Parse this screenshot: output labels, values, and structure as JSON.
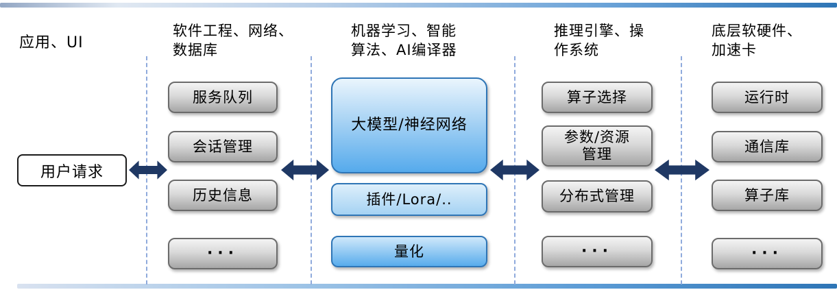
{
  "labels": {
    "left": "应用、UI"
  },
  "user_request": {
    "label": "用户请求"
  },
  "columns": [
    {
      "header": "软件工程、网络、\n数据库",
      "boxes": [
        "服务队列",
        "会话管理",
        "历史信息",
        "···"
      ]
    },
    {
      "header": "机器学习、智能\n算法、AI编译器",
      "boxes": [
        "大模型/神经网络",
        "插件/Lora/..",
        "量化"
      ]
    },
    {
      "header": "推理引擎、操\n作系统",
      "boxes": [
        "算子选择",
        "参数/资源\n管理",
        "分布式管理",
        "···"
      ]
    },
    {
      "header": "底层软硬件、\n加速卡",
      "boxes": [
        "运行时",
        "通信库",
        "算子库",
        "···"
      ]
    }
  ],
  "colors": {
    "arrow": "#1f3864",
    "blue_box": "#55aaec",
    "blue_box_border": "#2e75b6",
    "gray_box": "#d9d9d9",
    "gray_box_border": "#6b6b6b",
    "dashed_divider": "#8faadc",
    "accent_bar": "#2e75b6"
  }
}
